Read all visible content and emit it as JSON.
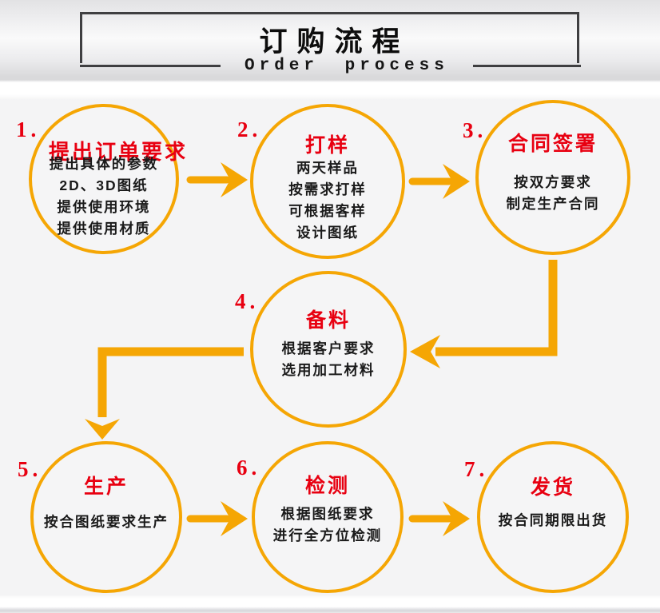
{
  "header": {
    "title": "订购流程",
    "subtitle": "Order process"
  },
  "steps": [
    {
      "num": "1.",
      "title": "提出订单要求",
      "lines": [
        "提出具体的参数",
        "2D、3D图纸",
        "提供使用环境",
        "提供使用材质"
      ]
    },
    {
      "num": "2.",
      "title": "打样",
      "lines": [
        "两天样品",
        "按需求打样",
        "可根据客样",
        "设计图纸"
      ]
    },
    {
      "num": "3.",
      "title": "合同签署",
      "lines": [
        "按双方要求",
        "制定生产合同"
      ]
    },
    {
      "num": "4.",
      "title": "备料",
      "lines": [
        "根据客户要求",
        "选用加工材料"
      ]
    },
    {
      "num": "5.",
      "title": "生产",
      "lines": [
        "按合图纸要求生产"
      ]
    },
    {
      "num": "6.",
      "title": "检测",
      "lines": [
        "根据图纸要求",
        "进行全方位检测"
      ]
    },
    {
      "num": "7.",
      "title": "发货",
      "lines": [
        "按合同期限出货"
      ]
    }
  ],
  "colors": {
    "accent_orange": "#F5A604",
    "step_red": "#E80011",
    "text_black": "#1A1A1A",
    "header_border": "#3F3F41"
  }
}
